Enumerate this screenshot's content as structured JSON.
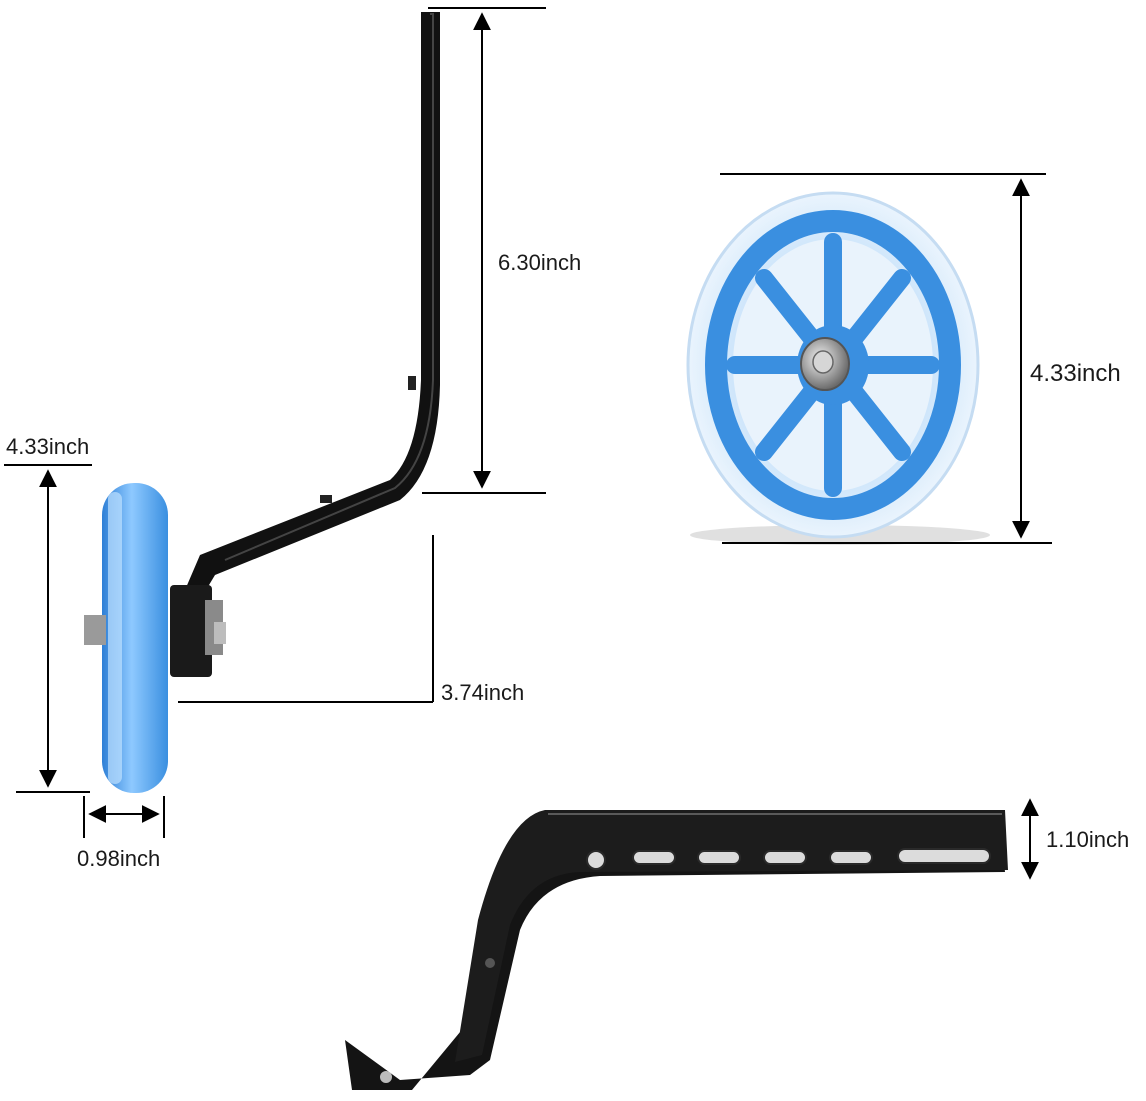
{
  "dimensions": {
    "arm_height": "6.30inch",
    "side_wheel_height": "4.33inch",
    "front_wheel_height": "4.33inch",
    "arm_offset": "3.74inch",
    "wheel_width": "0.98inch",
    "bracket_height": "1.10inch"
  },
  "colors": {
    "wheel_blue": "#3a8fe0",
    "wheel_blue_light": "#9fd0ff",
    "metal": "#111111",
    "dimension_line": "#000000"
  }
}
